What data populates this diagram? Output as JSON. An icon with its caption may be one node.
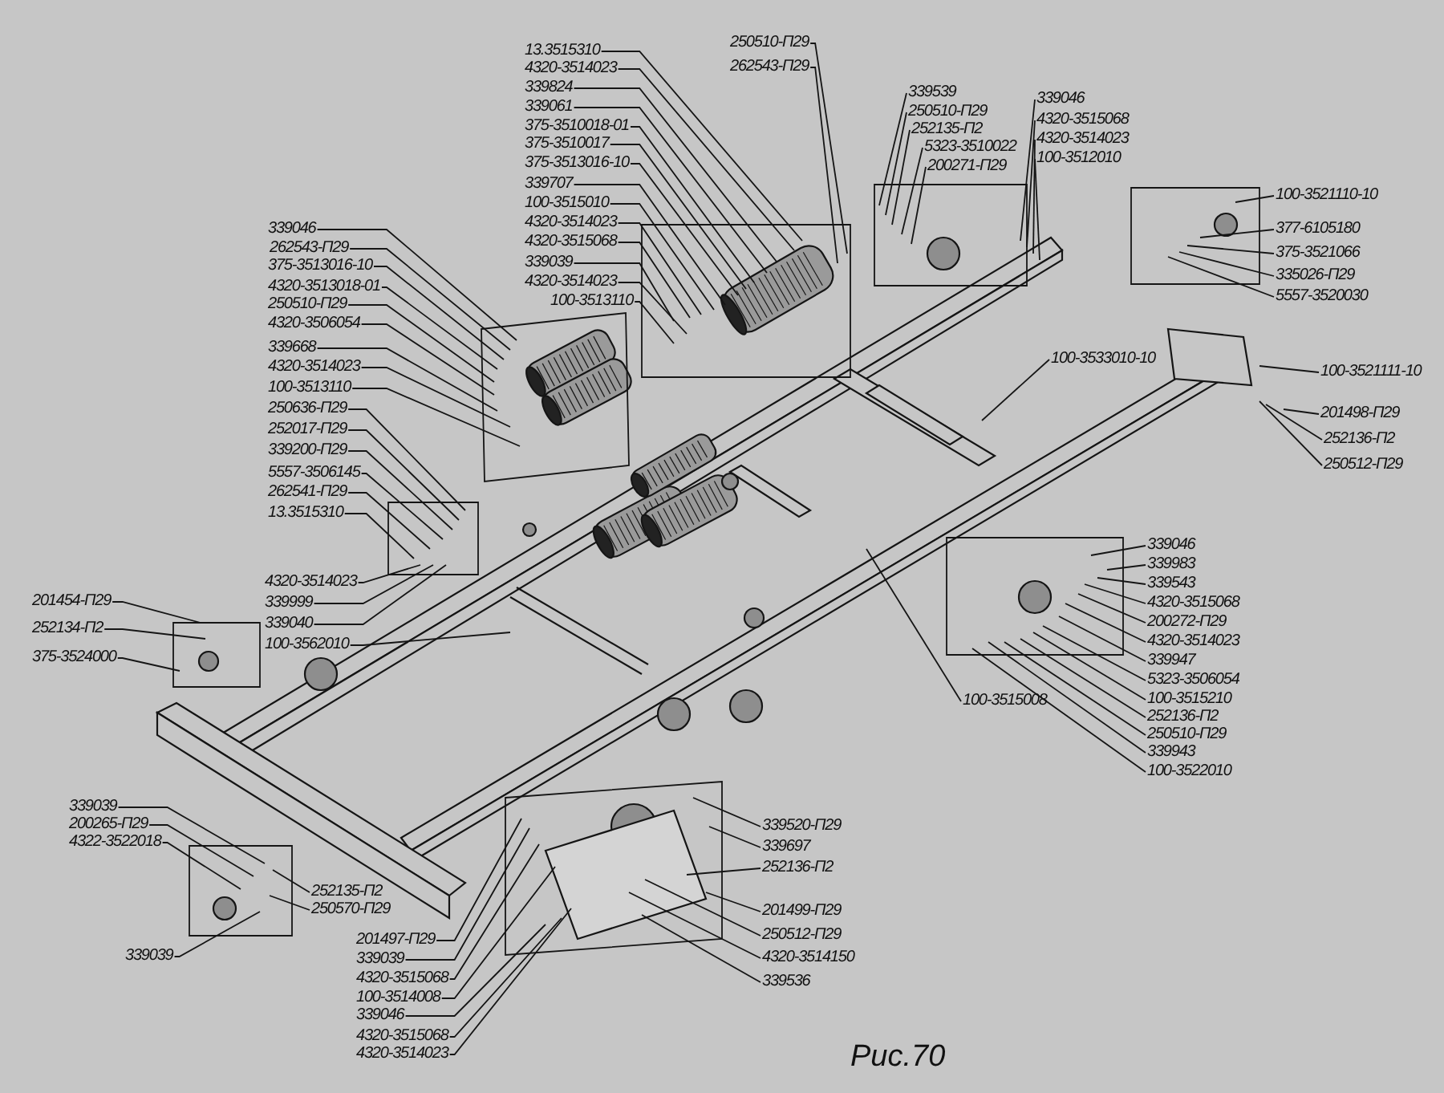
{
  "diagram": {
    "caption": "Рис.70",
    "nodes": [
      {
        "text": [
          "13.3515310"
        ]
      },
      {
        "text": [
          "4320-3514023"
        ]
      },
      {
        "text": [
          "339824"
        ]
      },
      {
        "text": [
          "339061"
        ]
      },
      {
        "text": [
          "375-3510018-01"
        ]
      },
      {
        "text": [
          "375-3510017"
        ]
      },
      {
        "text": [
          "375-3513016-10"
        ]
      },
      {
        "text": [
          "339707"
        ]
      },
      {
        "text": [
          "100-3515010"
        ]
      },
      {
        "text": [
          "4320-3514023"
        ]
      },
      {
        "text": [
          "4320-3515068"
        ]
      },
      {
        "text": [
          "339039"
        ]
      },
      {
        "text": [
          "4320-3514023"
        ]
      },
      {
        "text": [
          "100-3513110"
        ]
      },
      {
        "text": [
          "250510-П29"
        ]
      },
      {
        "text": [
          "262543-П29"
        ]
      },
      {
        "text": [
          "339539"
        ]
      },
      {
        "text": [
          "250510-П29"
        ]
      },
      {
        "text": [
          "252135-П2"
        ]
      },
      {
        "text": [
          "5323-3510022"
        ]
      },
      {
        "text": [
          "200271-П29"
        ]
      },
      {
        "text": [
          "339046"
        ]
      },
      {
        "text": [
          "4320-3515068"
        ]
      },
      {
        "text": [
          "4320-3514023"
        ]
      },
      {
        "text": [
          "100-3512010"
        ]
      },
      {
        "text": [
          "100-3521110-10"
        ]
      },
      {
        "text": [
          "377-6105180"
        ]
      },
      {
        "text": [
          "375-3521066"
        ]
      },
      {
        "text": [
          "335026-П29"
        ]
      },
      {
        "text": [
          "5557-3520030"
        ]
      },
      {
        "text": [
          "339046"
        ]
      },
      {
        "text": [
          "262543-П29"
        ]
      },
      {
        "text": [
          "375-3513016-10"
        ]
      },
      {
        "text": [
          "4320-3513018-01"
        ]
      },
      {
        "text": [
          "250510-П29"
        ]
      },
      {
        "text": [
          "4320-3506054"
        ]
      },
      {
        "text": [
          "339668"
        ]
      },
      {
        "text": [
          "4320-3514023"
        ]
      },
      {
        "text": [
          "100-3513110"
        ]
      },
      {
        "text": [
          "250636-П29"
        ]
      },
      {
        "text": [
          "252017-П29"
        ]
      },
      {
        "text": [
          "339200-П29"
        ]
      },
      {
        "text": [
          "5557-3506145"
        ]
      },
      {
        "text": [
          "262541-П29"
        ]
      },
      {
        "text": [
          "13.3515310"
        ]
      },
      {
        "text": [
          "100-3533010-10"
        ]
      },
      {
        "text": [
          "100-3521111-10"
        ]
      },
      {
        "text": [
          "201498-П29"
        ]
      },
      {
        "text": [
          "252136-П2"
        ]
      },
      {
        "text": [
          "250512-П29"
        ]
      },
      {
        "text": [
          "339046"
        ]
      },
      {
        "text": [
          "339983"
        ]
      },
      {
        "text": [
          "339543"
        ]
      },
      {
        "text": [
          "4320-3515068"
        ]
      },
      {
        "text": [
          "200272-П29"
        ]
      },
      {
        "text": [
          "4320-3514023"
        ]
      },
      {
        "text": [
          "339947"
        ]
      },
      {
        "text": [
          "5323-3506054"
        ]
      },
      {
        "text": [
          "100-3515210"
        ]
      },
      {
        "text": [
          "252136-П2"
        ]
      },
      {
        "text": [
          "250510-П29"
        ]
      },
      {
        "text": [
          "339943"
        ]
      },
      {
        "text": [
          "100-3522010"
        ]
      },
      {
        "text": [
          "4320-3514023"
        ]
      },
      {
        "text": [
          "339999"
        ]
      },
      {
        "text": [
          "339040"
        ]
      },
      {
        "text": [
          "100-3562010"
        ]
      },
      {
        "text": [
          "201454-П29"
        ]
      },
      {
        "text": [
          "252134-П2"
        ]
      },
      {
        "text": [
          "375-3524000"
        ]
      },
      {
        "text": [
          "100-3515008"
        ]
      },
      {
        "text": [
          "339039"
        ]
      },
      {
        "text": [
          "200265-П29"
        ]
      },
      {
        "text": [
          "4322-3522018"
        ]
      },
      {
        "text": [
          "252135-П2"
        ]
      },
      {
        "text": [
          "250570-П29"
        ]
      },
      {
        "text": [
          "339039"
        ]
      },
      {
        "text": [
          "339520-П29"
        ]
      },
      {
        "text": [
          "339697"
        ]
      },
      {
        "text": [
          "252136-П2"
        ]
      },
      {
        "text": [
          "201499-П29"
        ]
      },
      {
        "text": [
          "250512-П29"
        ]
      },
      {
        "text": [
          "4320-3514150"
        ]
      },
      {
        "text": [
          "339536"
        ]
      },
      {
        "text": [
          "201497-П29"
        ]
      },
      {
        "text": [
          "339039"
        ]
      },
      {
        "text": [
          "4320-3515068"
        ]
      },
      {
        "text": [
          "100-3514008"
        ]
      },
      {
        "text": [
          "339046"
        ]
      },
      {
        "text": [
          "4320-3515068"
        ]
      },
      {
        "text": [
          "4320-3514023"
        ]
      }
    ],
    "edges": [
      {
        "from": 0,
        "to": null,
        "arrow": "none"
      },
      {
        "from": 1,
        "to": null,
        "arrow": "none"
      },
      {
        "from": 2,
        "to": null,
        "arrow": "none"
      },
      {
        "from": 3,
        "to": null,
        "arrow": "none"
      },
      {
        "from": 4,
        "to": null,
        "arrow": "none"
      },
      {
        "from": 5,
        "to": null,
        "arrow": "none"
      },
      {
        "from": 6,
        "to": null,
        "arrow": "none"
      },
      {
        "from": 7,
        "to": null,
        "arrow": "none"
      },
      {
        "from": 8,
        "to": null,
        "arrow": "none"
      },
      {
        "from": 9,
        "to": null,
        "arrow": "none"
      },
      {
        "from": 10,
        "to": null,
        "arrow": "none"
      },
      {
        "from": 11,
        "to": null,
        "arrow": "none"
      },
      {
        "from": 12,
        "to": null,
        "arrow": "none"
      },
      {
        "from": 13,
        "to": null,
        "arrow": "none"
      },
      {
        "from": 14,
        "to": null,
        "arrow": "none"
      },
      {
        "from": 15,
        "to": null,
        "arrow": "none"
      },
      {
        "from": 16,
        "to": null,
        "arrow": "none"
      },
      {
        "from": 17,
        "to": null,
        "arrow": "none"
      },
      {
        "from": 18,
        "to": null,
        "arrow": "none"
      },
      {
        "from": 19,
        "to": null,
        "arrow": "none"
      },
      {
        "from": 20,
        "to": null,
        "arrow": "none"
      },
      {
        "from": 21,
        "to": null,
        "arrow": "none"
      },
      {
        "from": 22,
        "to": null,
        "arrow": "none"
      },
      {
        "from": 23,
        "to": null,
        "arrow": "none"
      },
      {
        "from": 24,
        "to": null,
        "arrow": "none"
      },
      {
        "from": 25,
        "to": null,
        "arrow": "none"
      },
      {
        "from": 26,
        "to": null,
        "arrow": "none"
      },
      {
        "from": 27,
        "to": null,
        "arrow": "none"
      },
      {
        "from": 28,
        "to": null,
        "arrow": "none"
      },
      {
        "from": 29,
        "to": null,
        "arrow": "none"
      },
      {
        "from": 30,
        "to": null,
        "arrow": "none"
      },
      {
        "from": 31,
        "to": null,
        "arrow": "none"
      },
      {
        "from": 32,
        "to": null,
        "arrow": "none"
      },
      {
        "from": 33,
        "to": null,
        "arrow": "none"
      },
      {
        "from": 34,
        "to": null,
        "arrow": "none"
      },
      {
        "from": 35,
        "to": null,
        "arrow": "none"
      },
      {
        "from": 36,
        "to": null,
        "arrow": "none"
      },
      {
        "from": 37,
        "to": null,
        "arrow": "none"
      },
      {
        "from": 38,
        "to": null,
        "arrow": "none"
      },
      {
        "from": 39,
        "to": null,
        "arrow": "none"
      },
      {
        "from": 40,
        "to": null,
        "arrow": "none"
      },
      {
        "from": 41,
        "to": null,
        "arrow": "none"
      },
      {
        "from": 42,
        "to": null,
        "arrow": "none"
      },
      {
        "from": 43,
        "to": null,
        "arrow": "none"
      },
      {
        "from": 44,
        "to": null,
        "arrow": "none"
      },
      {
        "from": 45,
        "to": null,
        "arrow": "none"
      },
      {
        "from": 46,
        "to": null,
        "arrow": "none"
      },
      {
        "from": 47,
        "to": null,
        "arrow": "none"
      },
      {
        "from": 48,
        "to": null,
        "arrow": "none"
      },
      {
        "from": 49,
        "to": null,
        "arrow": "none"
      },
      {
        "from": 50,
        "to": null,
        "arrow": "none"
      },
      {
        "from": 51,
        "to": null,
        "arrow": "none"
      },
      {
        "from": 52,
        "to": null,
        "arrow": "none"
      },
      {
        "from": 53,
        "to": null,
        "arrow": "none"
      },
      {
        "from": 54,
        "to": null,
        "arrow": "none"
      },
      {
        "from": 55,
        "to": null,
        "arrow": "none"
      },
      {
        "from": 56,
        "to": null,
        "arrow": "none"
      },
      {
        "from": 57,
        "to": null,
        "arrow": "none"
      },
      {
        "from": 58,
        "to": null,
        "arrow": "none"
      },
      {
        "from": 59,
        "to": null,
        "arrow": "none"
      },
      {
        "from": 60,
        "to": null,
        "arrow": "none"
      },
      {
        "from": 61,
        "to": null,
        "arrow": "none"
      },
      {
        "from": 62,
        "to": null,
        "arrow": "none"
      },
      {
        "from": 63,
        "to": null,
        "arrow": "none"
      },
      {
        "from": 64,
        "to": null,
        "arrow": "none"
      },
      {
        "from": 65,
        "to": null,
        "arrow": "none"
      },
      {
        "from": 66,
        "to": null,
        "arrow": "none"
      },
      {
        "from": 67,
        "to": null,
        "arrow": "none"
      },
      {
        "from": 68,
        "to": null,
        "arrow": "none"
      },
      {
        "from": 69,
        "to": null,
        "arrow": "none"
      },
      {
        "from": 70,
        "to": null,
        "arrow": "none"
      },
      {
        "from": 71,
        "to": null,
        "arrow": "none"
      },
      {
        "from": 72,
        "to": null,
        "arrow": "none"
      },
      {
        "from": 73,
        "to": null,
        "arrow": "none"
      },
      {
        "from": 74,
        "to": null,
        "arrow": "none"
      },
      {
        "from": 75,
        "to": null,
        "arrow": "none"
      },
      {
        "from": 76,
        "to": null,
        "arrow": "none"
      },
      {
        "from": 77,
        "to": null,
        "arrow": "none"
      },
      {
        "from": 78,
        "to": null,
        "arrow": "none"
      },
      {
        "from": 79,
        "to": null,
        "arrow": "none"
      },
      {
        "from": 80,
        "to": null,
        "arrow": "none"
      },
      {
        "from": 81,
        "to": null,
        "arrow": "none"
      },
      {
        "from": 82,
        "to": null,
        "arrow": "none"
      },
      {
        "from": 83,
        "to": null,
        "arrow": "none"
      },
      {
        "from": 84,
        "to": null,
        "arrow": "none"
      },
      {
        "from": 85,
        "to": null,
        "arrow": "none"
      },
      {
        "from": 86,
        "to": null,
        "arrow": "none"
      },
      {
        "from": 87,
        "to": null,
        "arrow": "none"
      },
      {
        "from": 88,
        "to": null,
        "arrow": "none"
      },
      {
        "from": 89,
        "to": null,
        "arrow": "none"
      },
      {
        "from": 90,
        "to": null,
        "arrow": "none"
      }
    ]
  }
}
